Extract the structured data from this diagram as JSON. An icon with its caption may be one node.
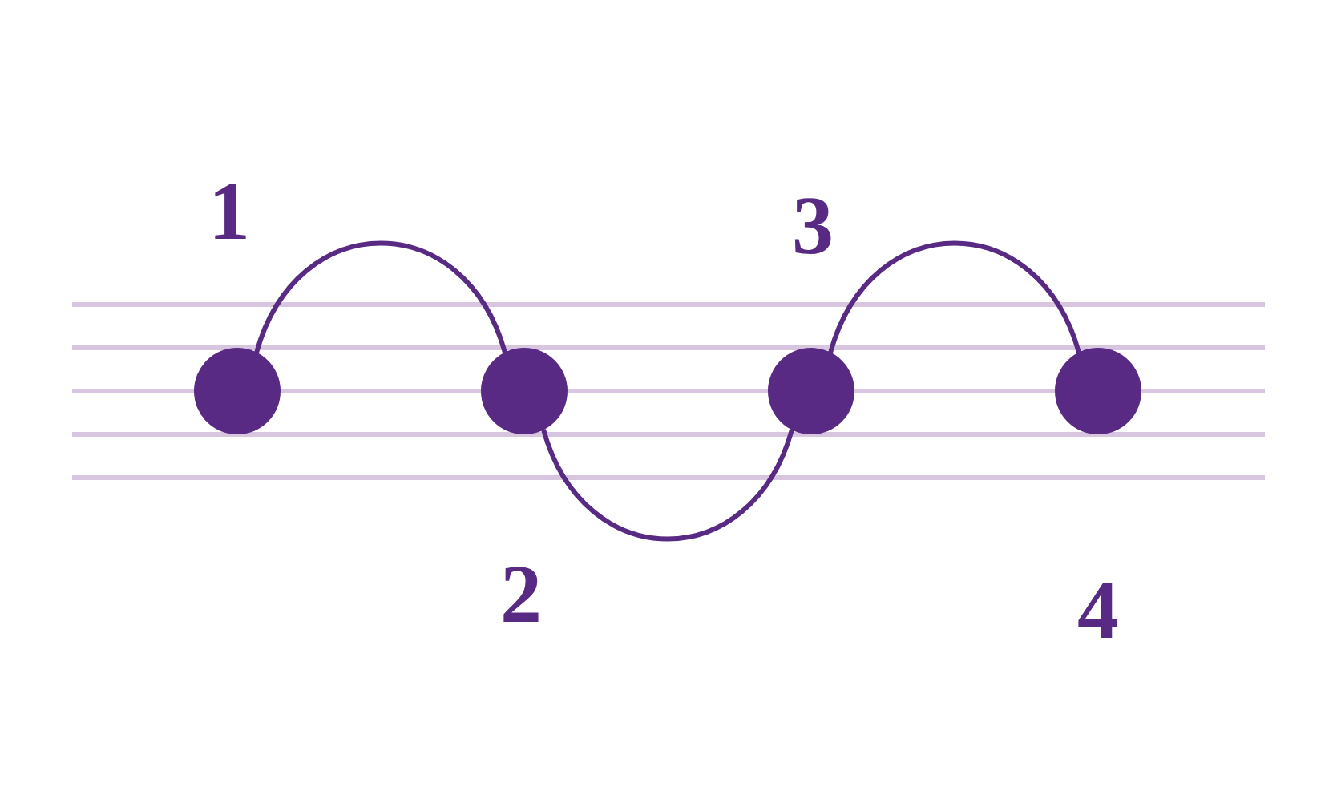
{
  "diagram": {
    "nodes": [
      {
        "text": [],
        "shape": "circle"
      },
      {
        "text": [],
        "shape": "circle"
      },
      {
        "text": [],
        "shape": "circle"
      },
      {
        "text": [],
        "shape": "circle"
      }
    ],
    "edges": [
      {
        "from": 0,
        "to": 1,
        "arrow": "none"
      },
      {
        "from": 1,
        "to": 2,
        "arrow": "none"
      },
      {
        "from": 2,
        "to": 3,
        "arrow": "none"
      }
    ],
    "labels": [
      "1",
      "3",
      "2",
      "4"
    ]
  }
}
